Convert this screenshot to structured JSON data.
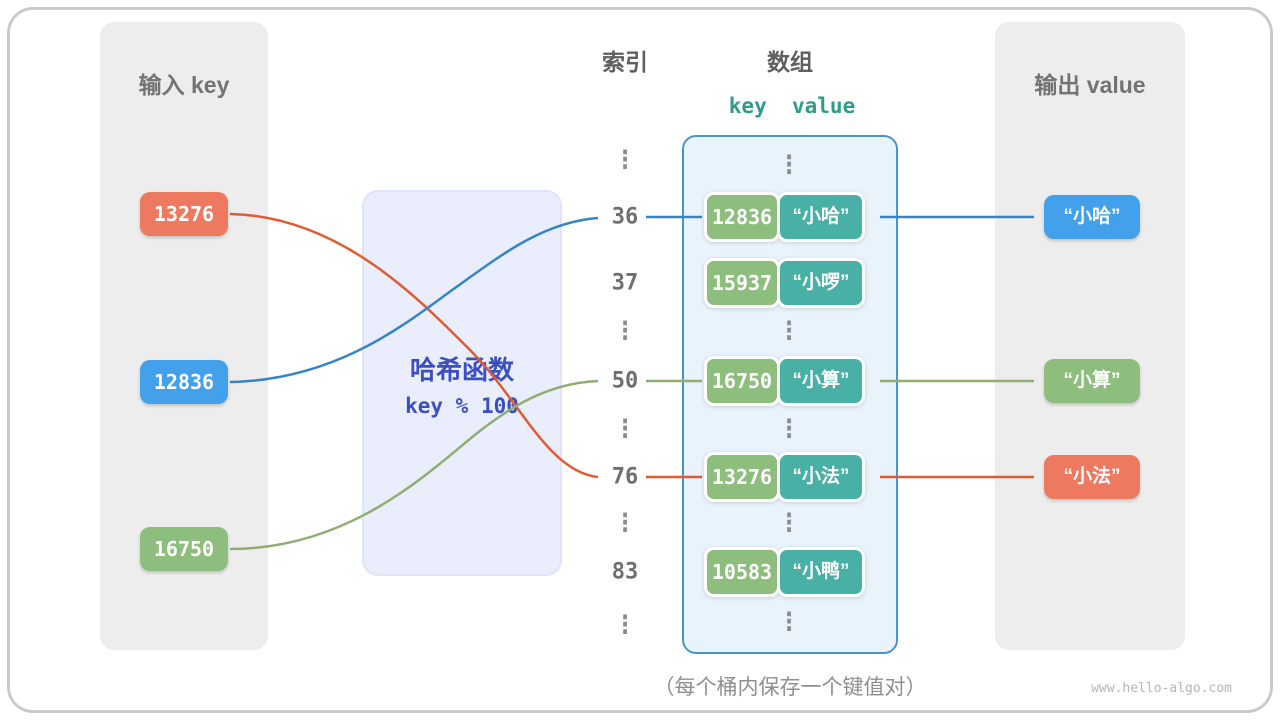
{
  "panels": {
    "input": {
      "title": "输入 key"
    },
    "output": {
      "title": "输出 value"
    }
  },
  "inputs": [
    {
      "label": "13276"
    },
    {
      "label": "12836"
    },
    {
      "label": "16750"
    }
  ],
  "hash_box": {
    "title": "哈希函数",
    "formula": "key % 100"
  },
  "columns": {
    "index_title": "索引",
    "array_title": "数组",
    "kv_header": "key  value"
  },
  "index_items": [
    "⋮",
    "36",
    "37",
    "⋮",
    "50",
    "⋮",
    "76",
    "⋮",
    "83",
    "⋮"
  ],
  "bucket": {
    "ellipsis": "⋮",
    "pairs": [
      {
        "key": "12836",
        "value": "“小哈”"
      },
      {
        "key": "15937",
        "value": "“小啰”"
      },
      {
        "key": "16750",
        "value": "“小算”"
      },
      {
        "key": "13276",
        "value": "“小法”"
      },
      {
        "key": "10583",
        "value": "“小鸭”"
      }
    ]
  },
  "outputs": [
    {
      "label": "“小哈”"
    },
    {
      "label": "“小算”"
    },
    {
      "label": "“小法”"
    }
  ],
  "caption": "（每个桶内保存一个键值对）",
  "watermark": "www.hello-algo.com",
  "colors": {
    "orange_box": "#ee7961",
    "blue_box": "#42a1ea",
    "green_box": "#8dbe7d",
    "teal_box": "#48b0a5",
    "arrow_orange": "#e05b33",
    "arrow_blue": "#3584c6",
    "arrow_green": "#8fae72",
    "hash_text": "#3b4fc0",
    "bucket_border": "#4d93c9",
    "kv_header_text": "#2e9d87"
  }
}
